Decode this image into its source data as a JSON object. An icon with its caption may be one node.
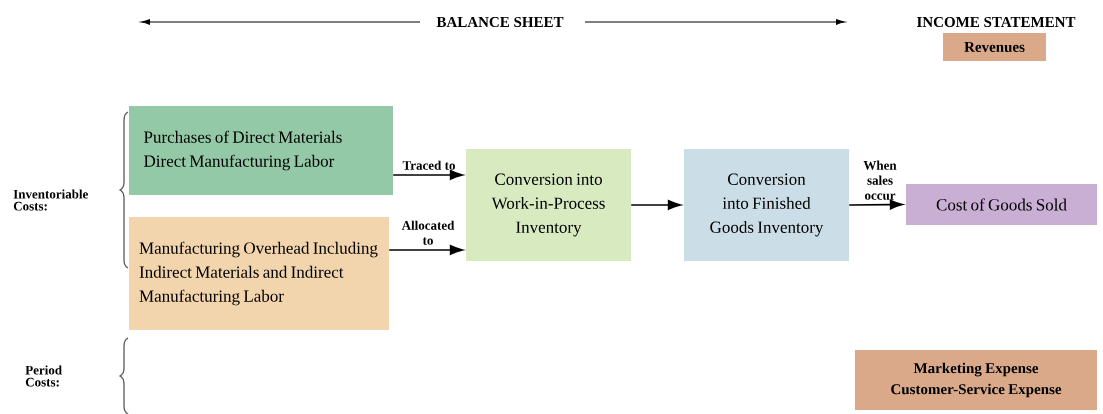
{
  "diagram": {
    "nodes": [
      {
        "text": [
          "Revenues"
        ]
      },
      {
        "text": [
          "Purchases of Direct Materials Direct Manufacturing Labor"
        ]
      },
      {
        "text": [
          "Manufacturing Overhead Including Indirect Materials and Indirect Manufacturing Labor"
        ]
      },
      {
        "text": [
          "Conversion into Work-in-Process Inventory"
        ]
      },
      {
        "text": [
          "Conversion into Finished Goods Inventory"
        ]
      },
      {
        "text": [
          "Cost of Goods Sold"
        ]
      },
      {
        "text": [
          "Marketing Expense Customer-Service Expense"
        ]
      }
    ],
    "edges": [
      {
        "from": 1,
        "to": 3,
        "arrow": "to",
        "label": "Traced to"
      },
      {
        "from": 2,
        "to": 3,
        "arrow": "to",
        "label": "Allocated to"
      },
      {
        "from": 3,
        "to": 4,
        "arrow": "to"
      },
      {
        "from": 4,
        "to": 5,
        "arrow": "to",
        "label": "When sales occur"
      }
    ],
    "labels": [
      "BALANCE SHEET",
      "INCOME STATEMENT",
      "Inventoriable Costs:",
      "Period Costs:"
    ]
  }
}
